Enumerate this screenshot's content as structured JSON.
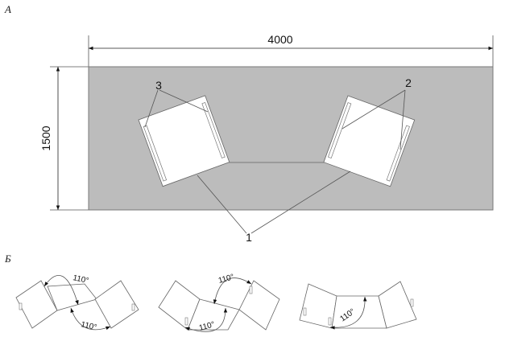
{
  "labels": {
    "part_a": "А",
    "part_b": "Б"
  },
  "dimensions": {
    "width": "4000",
    "height": "1500"
  },
  "callouts": {
    "one": "1",
    "two": "2",
    "three": "3"
  },
  "angles": [
    "110°",
    "110°",
    "110°",
    "110°",
    "110°"
  ],
  "colors": {
    "floor": "#bcbcbc",
    "panel": "#ffffff",
    "line": "#555555"
  }
}
